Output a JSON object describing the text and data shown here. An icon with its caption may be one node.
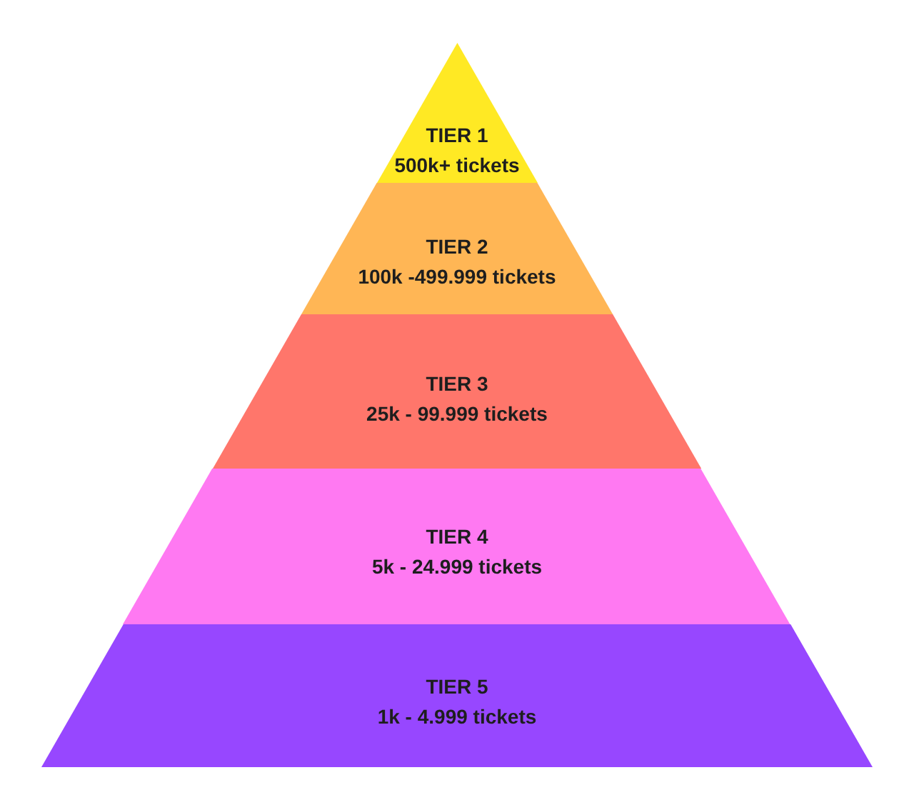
{
  "diagram": {
    "nodes": [
      {
        "text": [
          "TIER 1",
          "500k+ tickets"
        ]
      },
      {
        "text": [
          "TIER 2",
          "100k -499.999 tickets"
        ]
      },
      {
        "text": [
          "TIER 3",
          "25k - 99.999 tickets"
        ]
      },
      {
        "text": [
          "TIER 4",
          "5k - 24.999 tickets"
        ]
      },
      {
        "text": [
          "TIER 5",
          "1k - 4.999 tickets"
        ]
      }
    ]
  }
}
